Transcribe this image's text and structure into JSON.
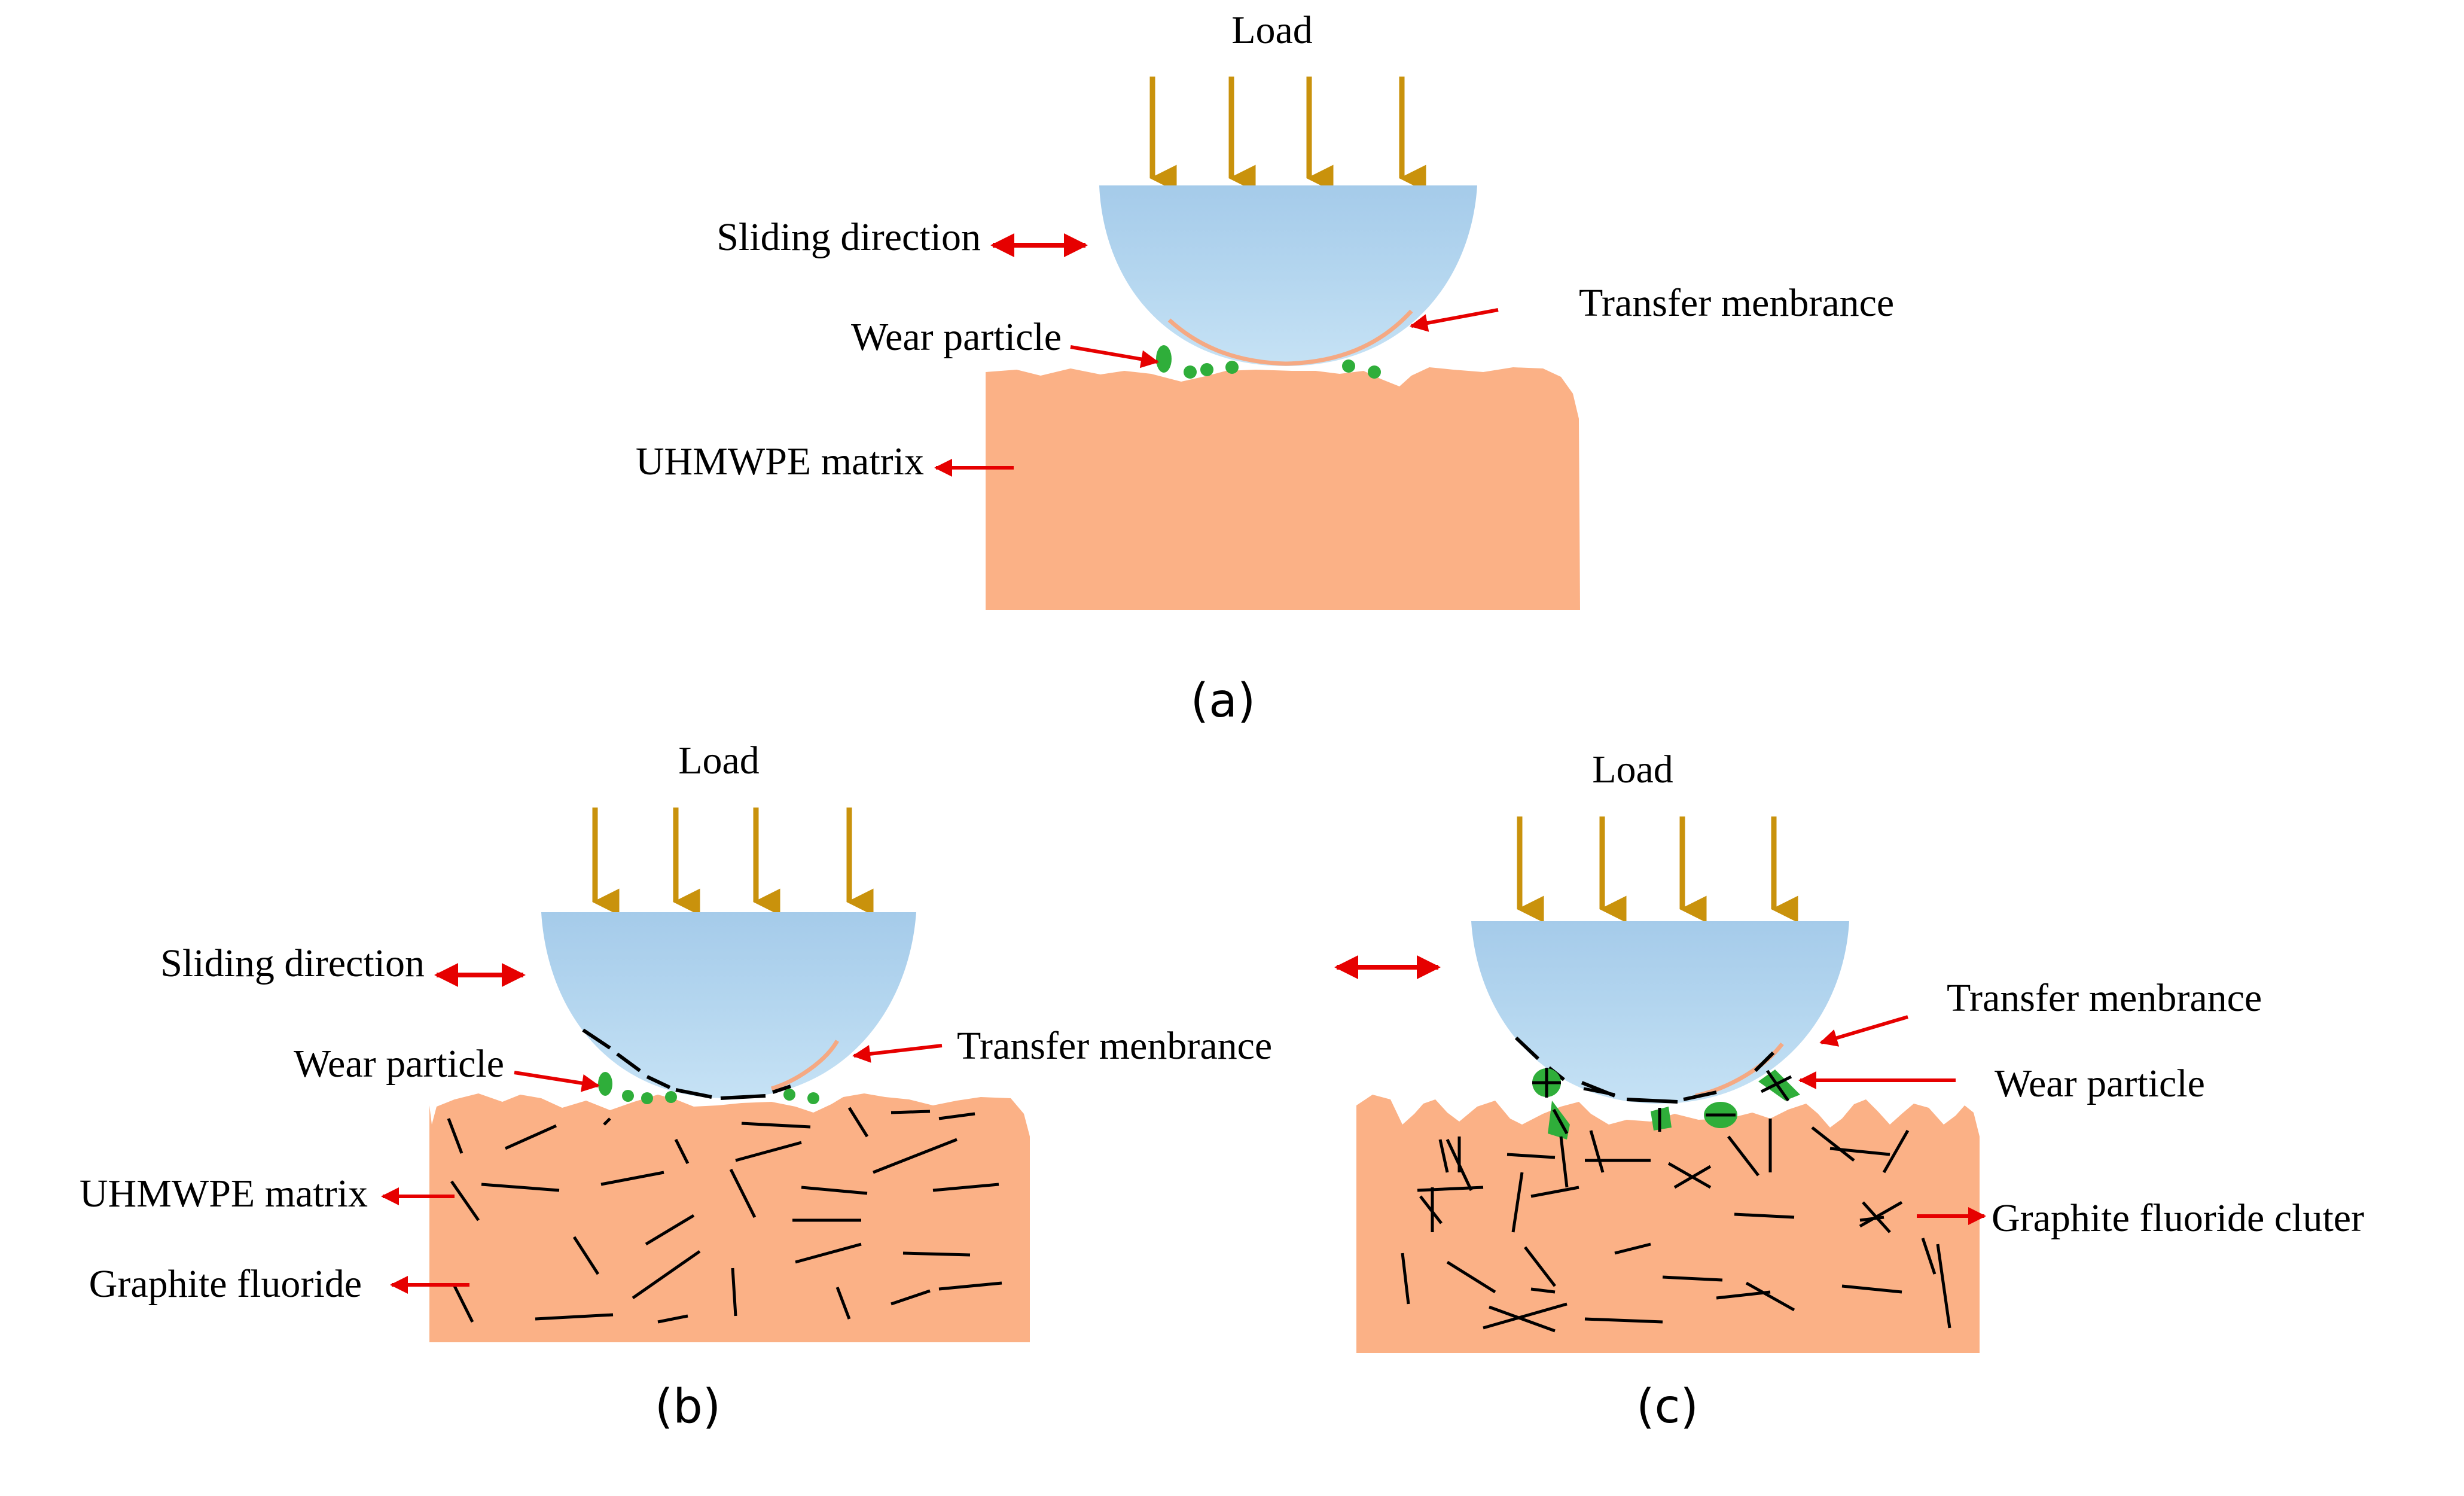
{
  "colors": {
    "load_arrow": "#c9920c",
    "ball_top": "#a9cdea",
    "ball_bottom": "#b8d8f0",
    "matrix": "#fbb186",
    "transfer_edge": "#f5a983",
    "particle": "#2fae3a",
    "pointer": "#e60000",
    "filler_line": "#000000"
  },
  "panels": {
    "a": {
      "caption": "(a)",
      "load": "Load",
      "sliding": "Sliding direction",
      "transfer": "Transfer menbrance",
      "wear": "Wear particle",
      "matrix": "UHMWPE matrix"
    },
    "b": {
      "caption": "(b)",
      "load": "Load",
      "sliding": "Sliding direction",
      "transfer": "Transfer menbrance",
      "wear": "Wear particle",
      "matrix": "UHMWPE matrix",
      "filler": "Graphite fluoride"
    },
    "c": {
      "caption": "(c)",
      "load": "Load",
      "transfer": "Transfer menbrance",
      "wear": "Wear particle",
      "cluster": "Graphite fluoride cluter"
    }
  }
}
